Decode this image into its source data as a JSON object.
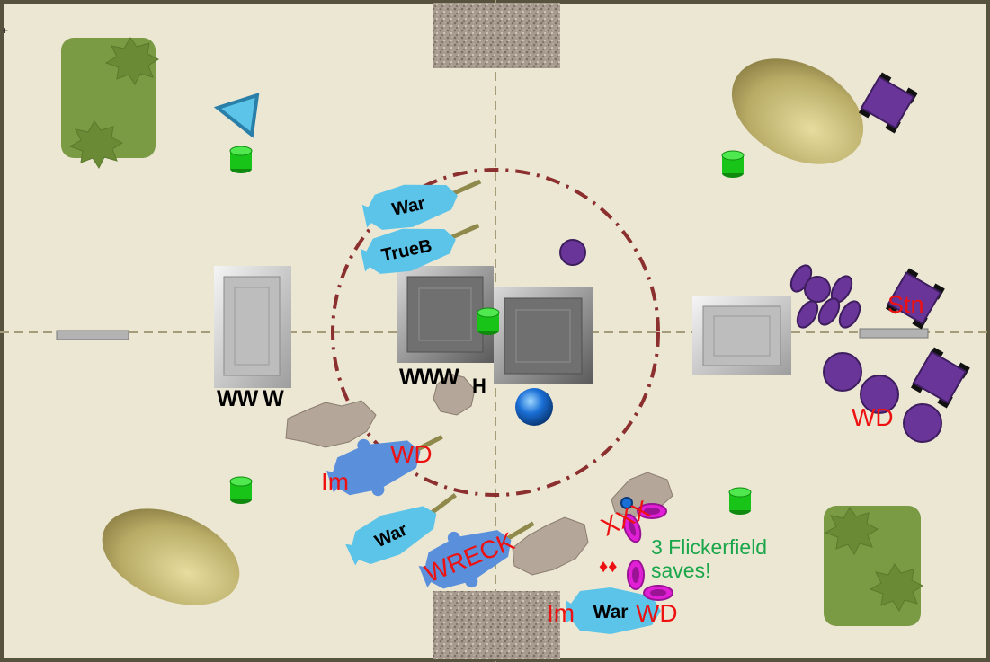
{
  "colors": {
    "board": "#ece7d3",
    "border": "#57523d",
    "centerline": "#a59d7a",
    "objective_ring": "#8b2f2f",
    "forest": "#7a9a44",
    "hill": "#c9bd7a",
    "rubble": "#a79a8e",
    "building": "#9a9a9a",
    "objective": "#19c419",
    "friendly_tank": "#5bc4e8",
    "wrecked_tank": "#5a8fdc",
    "enemy": "#6a3598",
    "flicker": "#e01fd6",
    "red_text": "#ee1111",
    "green_text": "#1aa64b",
    "orb": "#1a6fd6"
  },
  "tanks": [
    {
      "id": "tank1",
      "label": "War"
    },
    {
      "id": "tank2",
      "label": "TrueB"
    },
    {
      "id": "tank3",
      "label": "War"
    },
    {
      "id": "tank4",
      "label": "War"
    }
  ],
  "wrecks": [
    {
      "id": "wreck1",
      "label": ""
    },
    {
      "id": "wreck2",
      "label": "WRECK"
    }
  ],
  "markers": {
    "w_left": "WW W",
    "w_center": "WWW",
    "h_center": "H",
    "wd_upper": "WD",
    "im_upper": "Im",
    "wd_right": "WD",
    "stn": "Stn",
    "xxx": "XXX",
    "im_lower": "Im",
    "wd_lower": "WD",
    "blood": "♦♦",
    "crosshair": "+"
  },
  "annotation": {
    "line1": "3 Flickerfield",
    "line2": "saves!"
  }
}
